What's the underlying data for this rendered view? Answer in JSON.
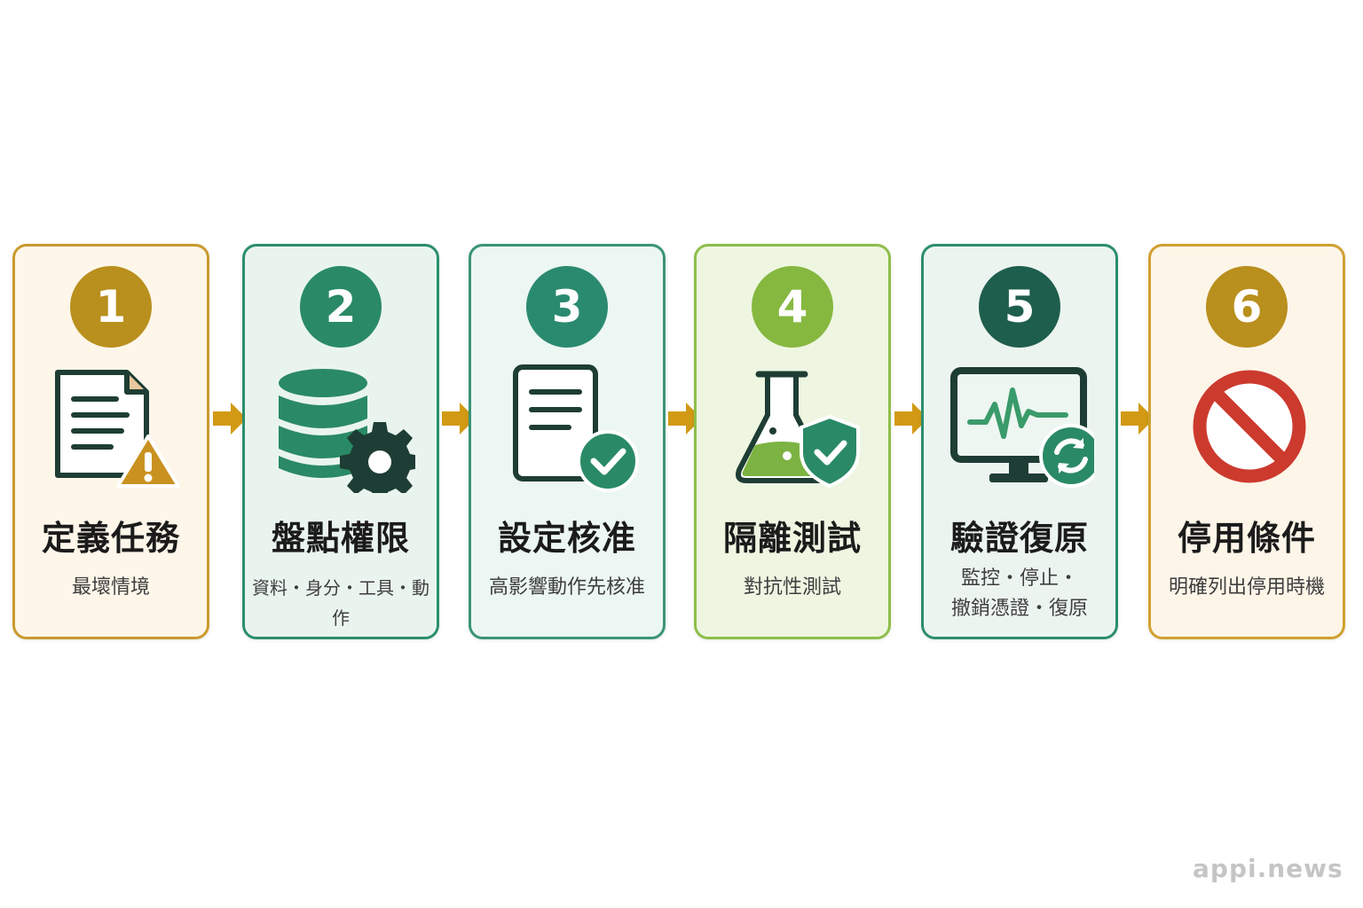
{
  "steps": [
    {
      "number": "1",
      "title": "定義任務",
      "description": "最壞情境",
      "icon": "document-warning-icon",
      "border": "#c99a2e",
      "fill": "#fdf6e9",
      "badge": "#b98f1d"
    },
    {
      "number": "2",
      "title": "盤點權限",
      "description": "資料・身分・工具・動作",
      "icon": "database-gear-icon",
      "border": "#2a8f6c",
      "fill": "#eaf4ee",
      "badge": "#2a8a66"
    },
    {
      "number": "3",
      "title": "設定核准",
      "description": "高影響動作先核准",
      "icon": "document-check-icon",
      "border": "#3a9478",
      "fill": "#ecf6f2",
      "badge": "#2a8a70"
    },
    {
      "number": "4",
      "title": "隔離測試",
      "description": "對抗性測試",
      "icon": "flask-shield-icon",
      "border": "#8dbf4a",
      "fill": "#eef6e2",
      "badge": "#86b840"
    },
    {
      "number": "5",
      "title": "驗證復原",
      "description": "監控・停止・撤銷憑證・復原",
      "description_line1": "監控・停止・",
      "description_line2": "撤銷憑證・復原",
      "icon": "monitor-refresh-icon",
      "border": "#2a8f6c",
      "fill": "#ecf4f0",
      "badge": "#1e5e4c"
    },
    {
      "number": "6",
      "title": "停用條件",
      "description": "明確列出停用時機",
      "icon": "prohibited-icon",
      "border": "#d0a030",
      "fill": "#fdf5e8",
      "badge": "#b98f1d"
    }
  ],
  "colors": {
    "arrow": "#d29a14",
    "dark": "#1e3d34",
    "green": "#2a8a66",
    "red": "#cc3a2e",
    "gold": "#c99220"
  },
  "watermark": "appi.news"
}
